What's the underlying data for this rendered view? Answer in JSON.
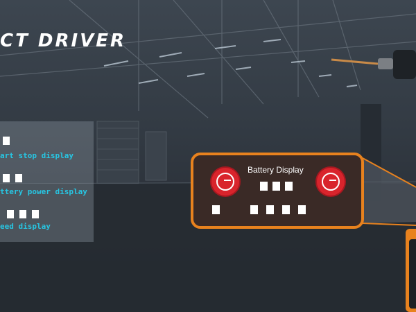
{
  "banner": {
    "title": "CT DRIVER"
  },
  "legend": {
    "items": [
      {
        "label": "art stop display",
        "squares": 1
      },
      {
        "label": "ttery power display",
        "squares": 2
      },
      {
        "label": "eed display",
        "squares": 3
      }
    ]
  },
  "display_panel": {
    "title": "Battery Display",
    "battery_indicators": 3,
    "speed_indicators": 4
  },
  "colors": {
    "accent_cyan": "#27c6e3",
    "panel_border_orange": "#e8821e",
    "button_red": "#d9242c"
  },
  "icons": [
    "power-button-icon",
    "power-button-icon"
  ]
}
